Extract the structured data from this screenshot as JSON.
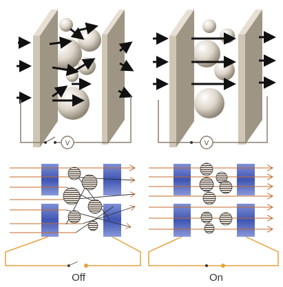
{
  "panels": {
    "bottom_left": {
      "state_label": "Off"
    },
    "bottom_right": {
      "state_label": "On"
    },
    "voltmeter_symbol": "V"
  },
  "colors": {
    "plate_face": "#cfc6b6",
    "plate_side": "#9e9585",
    "plate_top": "#e6dfd2",
    "sphere": "#d9d3c8",
    "arrow": "#111111",
    "wire": "#8a7e6e",
    "blue_block": "#3f55b3",
    "ray": "#c26a2a",
    "circuit_orange": "#e5a23a"
  },
  "icons": [
    "arrow-icon",
    "voltmeter-icon",
    "switch-icon"
  ]
}
